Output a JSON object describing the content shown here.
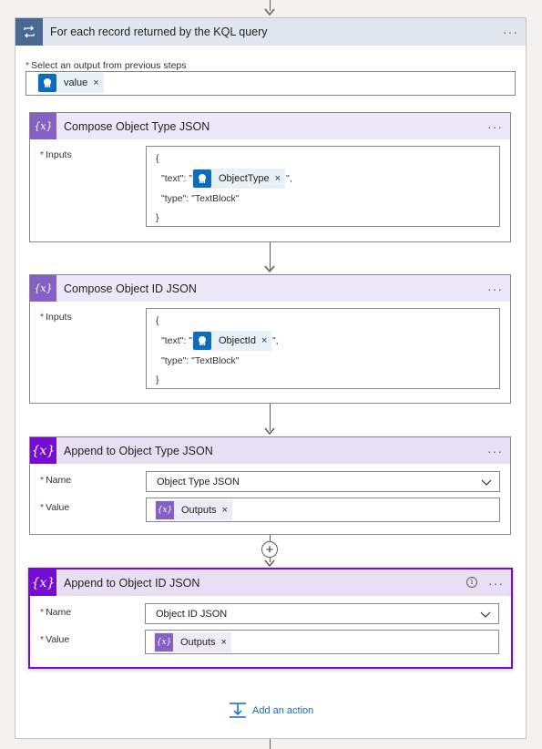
{
  "foreach": {
    "title": "For each record returned by the KQL query",
    "more": "···",
    "select_label": "Select an output from previous steps",
    "select_token": "value",
    "token_remove": "×"
  },
  "compose_type": {
    "title": "Compose Object Type JSON",
    "more": "···",
    "inputs_label": "Inputs",
    "line_open": "{",
    "line_text_prefix": "\"text\": \"",
    "token": "ObjectType",
    "line_text_suffix": "\",",
    "line_type": "\"type\": \"TextBlock\"",
    "line_close": "}"
  },
  "compose_id": {
    "title": "Compose Object ID JSON",
    "more": "···",
    "inputs_label": "Inputs",
    "line_open": "{",
    "line_text_prefix": "\"text\": \"",
    "token": "ObjectId",
    "line_text_suffix": "\",",
    "line_type": "\"type\": \"TextBlock\"",
    "line_close": "}"
  },
  "append_type": {
    "title": "Append to Object Type JSON",
    "more": "···",
    "name_label": "Name",
    "name_value": "Object Type JSON",
    "value_label": "Value",
    "value_token": "Outputs"
  },
  "append_id": {
    "title": "Append to Object ID JSON",
    "more": "···",
    "info": "i",
    "name_label": "Name",
    "name_value": "Object ID JSON",
    "value_label": "Value",
    "value_token": "Outputs"
  },
  "add_action_label": "Add an action",
  "required_marker": "*",
  "plus": "+",
  "icons": {
    "loop": "loop-icon",
    "compose": "variable-braces-icon",
    "append": "variable-x-icon",
    "token_source": "log-analytics-icon",
    "dropdown": "chevron-down-icon",
    "add_action": "add-action-icon"
  },
  "colors": {
    "foreach_header": "#e1e6ee",
    "loop_badge": "#486991",
    "compose_header": "#ece8f9",
    "compose_icon": "#8661c5",
    "append_header": "#e9dff5",
    "append_icon": "#770bd6",
    "selected_border": "#770bd6",
    "link": "#0f6cbd",
    "required": "#a4262c"
  }
}
